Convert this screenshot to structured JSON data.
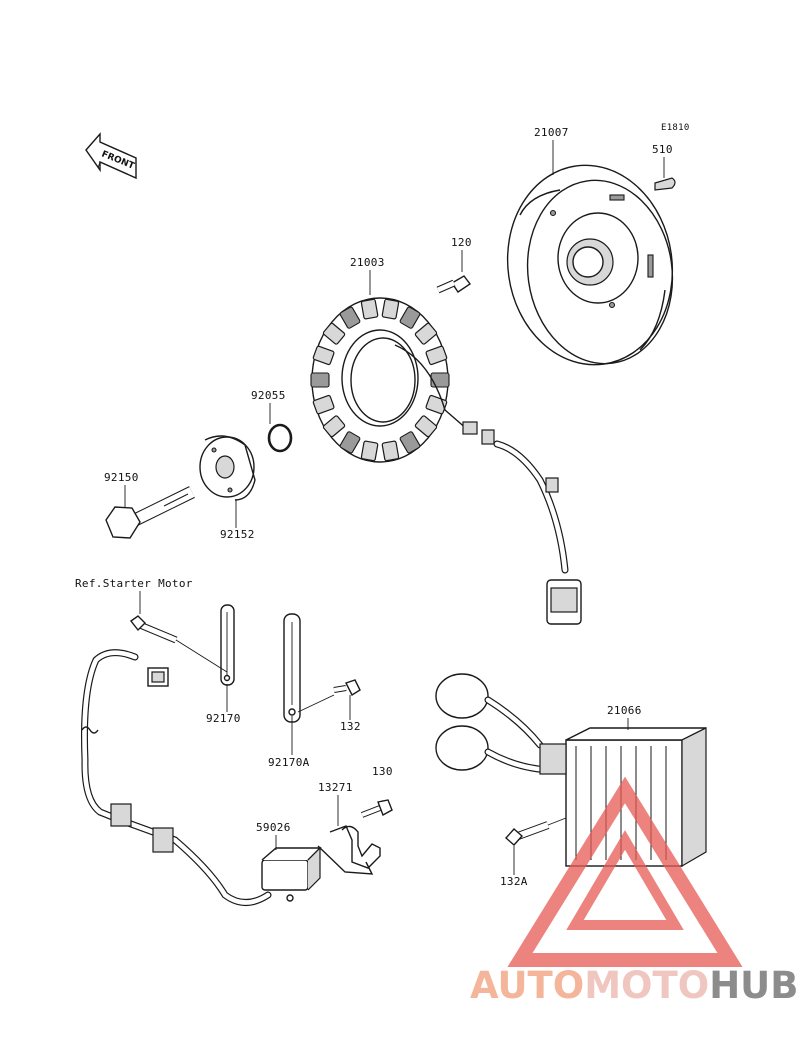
{
  "diagram": {
    "code": "E1810",
    "front_label": "FRONT",
    "reference_note": "Ref.Starter Motor",
    "callouts": {
      "p21007": "21007",
      "p510": "510",
      "p120": "120",
      "p21003": "21003",
      "p92055": "92055",
      "p92150": "92150",
      "p92152": "92152",
      "p92170": "92170",
      "p92170A": "92170A",
      "p132": "132",
      "p130": "130",
      "p13271": "13271",
      "p59026": "59026",
      "p21066": "21066",
      "p132A": "132A"
    }
  },
  "watermark": {
    "part1": "AUTO",
    "part2": "MOTO",
    "part3": "HUB",
    "color_auto": "#f4b59a",
    "color_moto": "#f0c6c0",
    "color_hub": "#8c8c8c",
    "logo_color": "#e85a55"
  }
}
